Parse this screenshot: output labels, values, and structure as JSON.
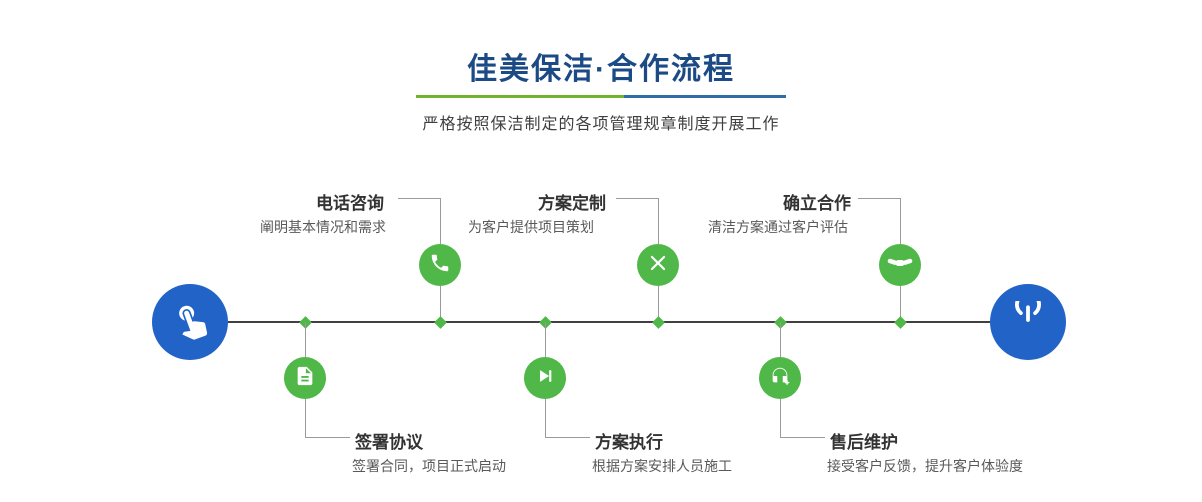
{
  "header": {
    "title": "佳美保洁·合作流程",
    "subtitle": "严格按照保洁制定的各项管理规章制度开展工作"
  },
  "timeline": {
    "start_icon": "hand-pointer-icon",
    "end_icon": "power-icon"
  },
  "steps": {
    "top": [
      {
        "title": "电话咨询",
        "desc": "阐明基本情况和需求",
        "icon": "phone-icon"
      },
      {
        "title": "方案定制",
        "desc": "为客户提供项目策划",
        "icon": "pencil-tools-icon"
      },
      {
        "title": "确立合作",
        "desc": "清洁方案通过客户评估",
        "icon": "handshake-icon"
      }
    ],
    "bottom": [
      {
        "title": "签署协议",
        "desc": "签署合同，项目正式启动",
        "icon": "contract-icon"
      },
      {
        "title": "方案执行",
        "desc": "根据方案安排人员施工",
        "icon": "play-icon"
      },
      {
        "title": "售后维护",
        "desc": "接受客户反馈，提升客户体验度",
        "icon": "headset-icon"
      }
    ]
  },
  "colors": {
    "title_blue": "#1b4a85",
    "accent_green": "#4fb848",
    "node_blue": "#2263c8",
    "divider_green": "#72b32c",
    "divider_blue": "#2f6ca8",
    "timeline_dark": "#404040"
  }
}
